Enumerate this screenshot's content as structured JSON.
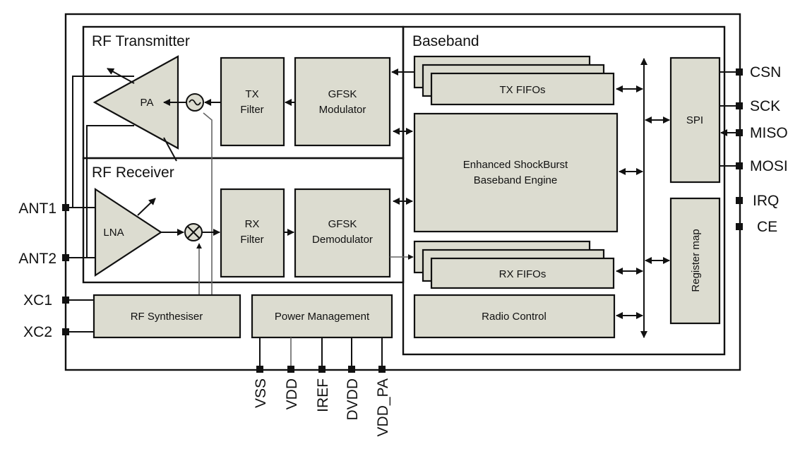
{
  "sections": {
    "tx": "RF Transmitter",
    "rx": "RF Receiver",
    "baseband": "Baseband"
  },
  "blocks": {
    "pa": "PA",
    "lna": "LNA",
    "tx_filter": [
      "TX",
      "Filter"
    ],
    "rx_filter": [
      "RX",
      "Filter"
    ],
    "gfsk_mod": [
      "GFSK",
      "Modulator"
    ],
    "gfsk_demod": [
      "GFSK",
      "Demodulator"
    ],
    "tx_fifos": "TX FIFOs",
    "rx_fifos": "RX FIFOs",
    "engine": [
      "Enhanced ShockBurst",
      "Baseband Engine"
    ],
    "radio_control": "Radio Control",
    "spi": "SPI",
    "register_map": "Register map",
    "rf_synth": "RF Synthesiser",
    "power_mgmt": "Power Management"
  },
  "pins": {
    "right": [
      "CSN",
      "SCK",
      "MISO",
      "MOSI",
      "IRQ",
      "CE"
    ],
    "left": [
      "ANT1",
      "ANT2",
      "XC1",
      "XC2"
    ],
    "bottom": [
      "VSS",
      "VDD",
      "IREF",
      "DVDD",
      "VDD_PA"
    ]
  }
}
